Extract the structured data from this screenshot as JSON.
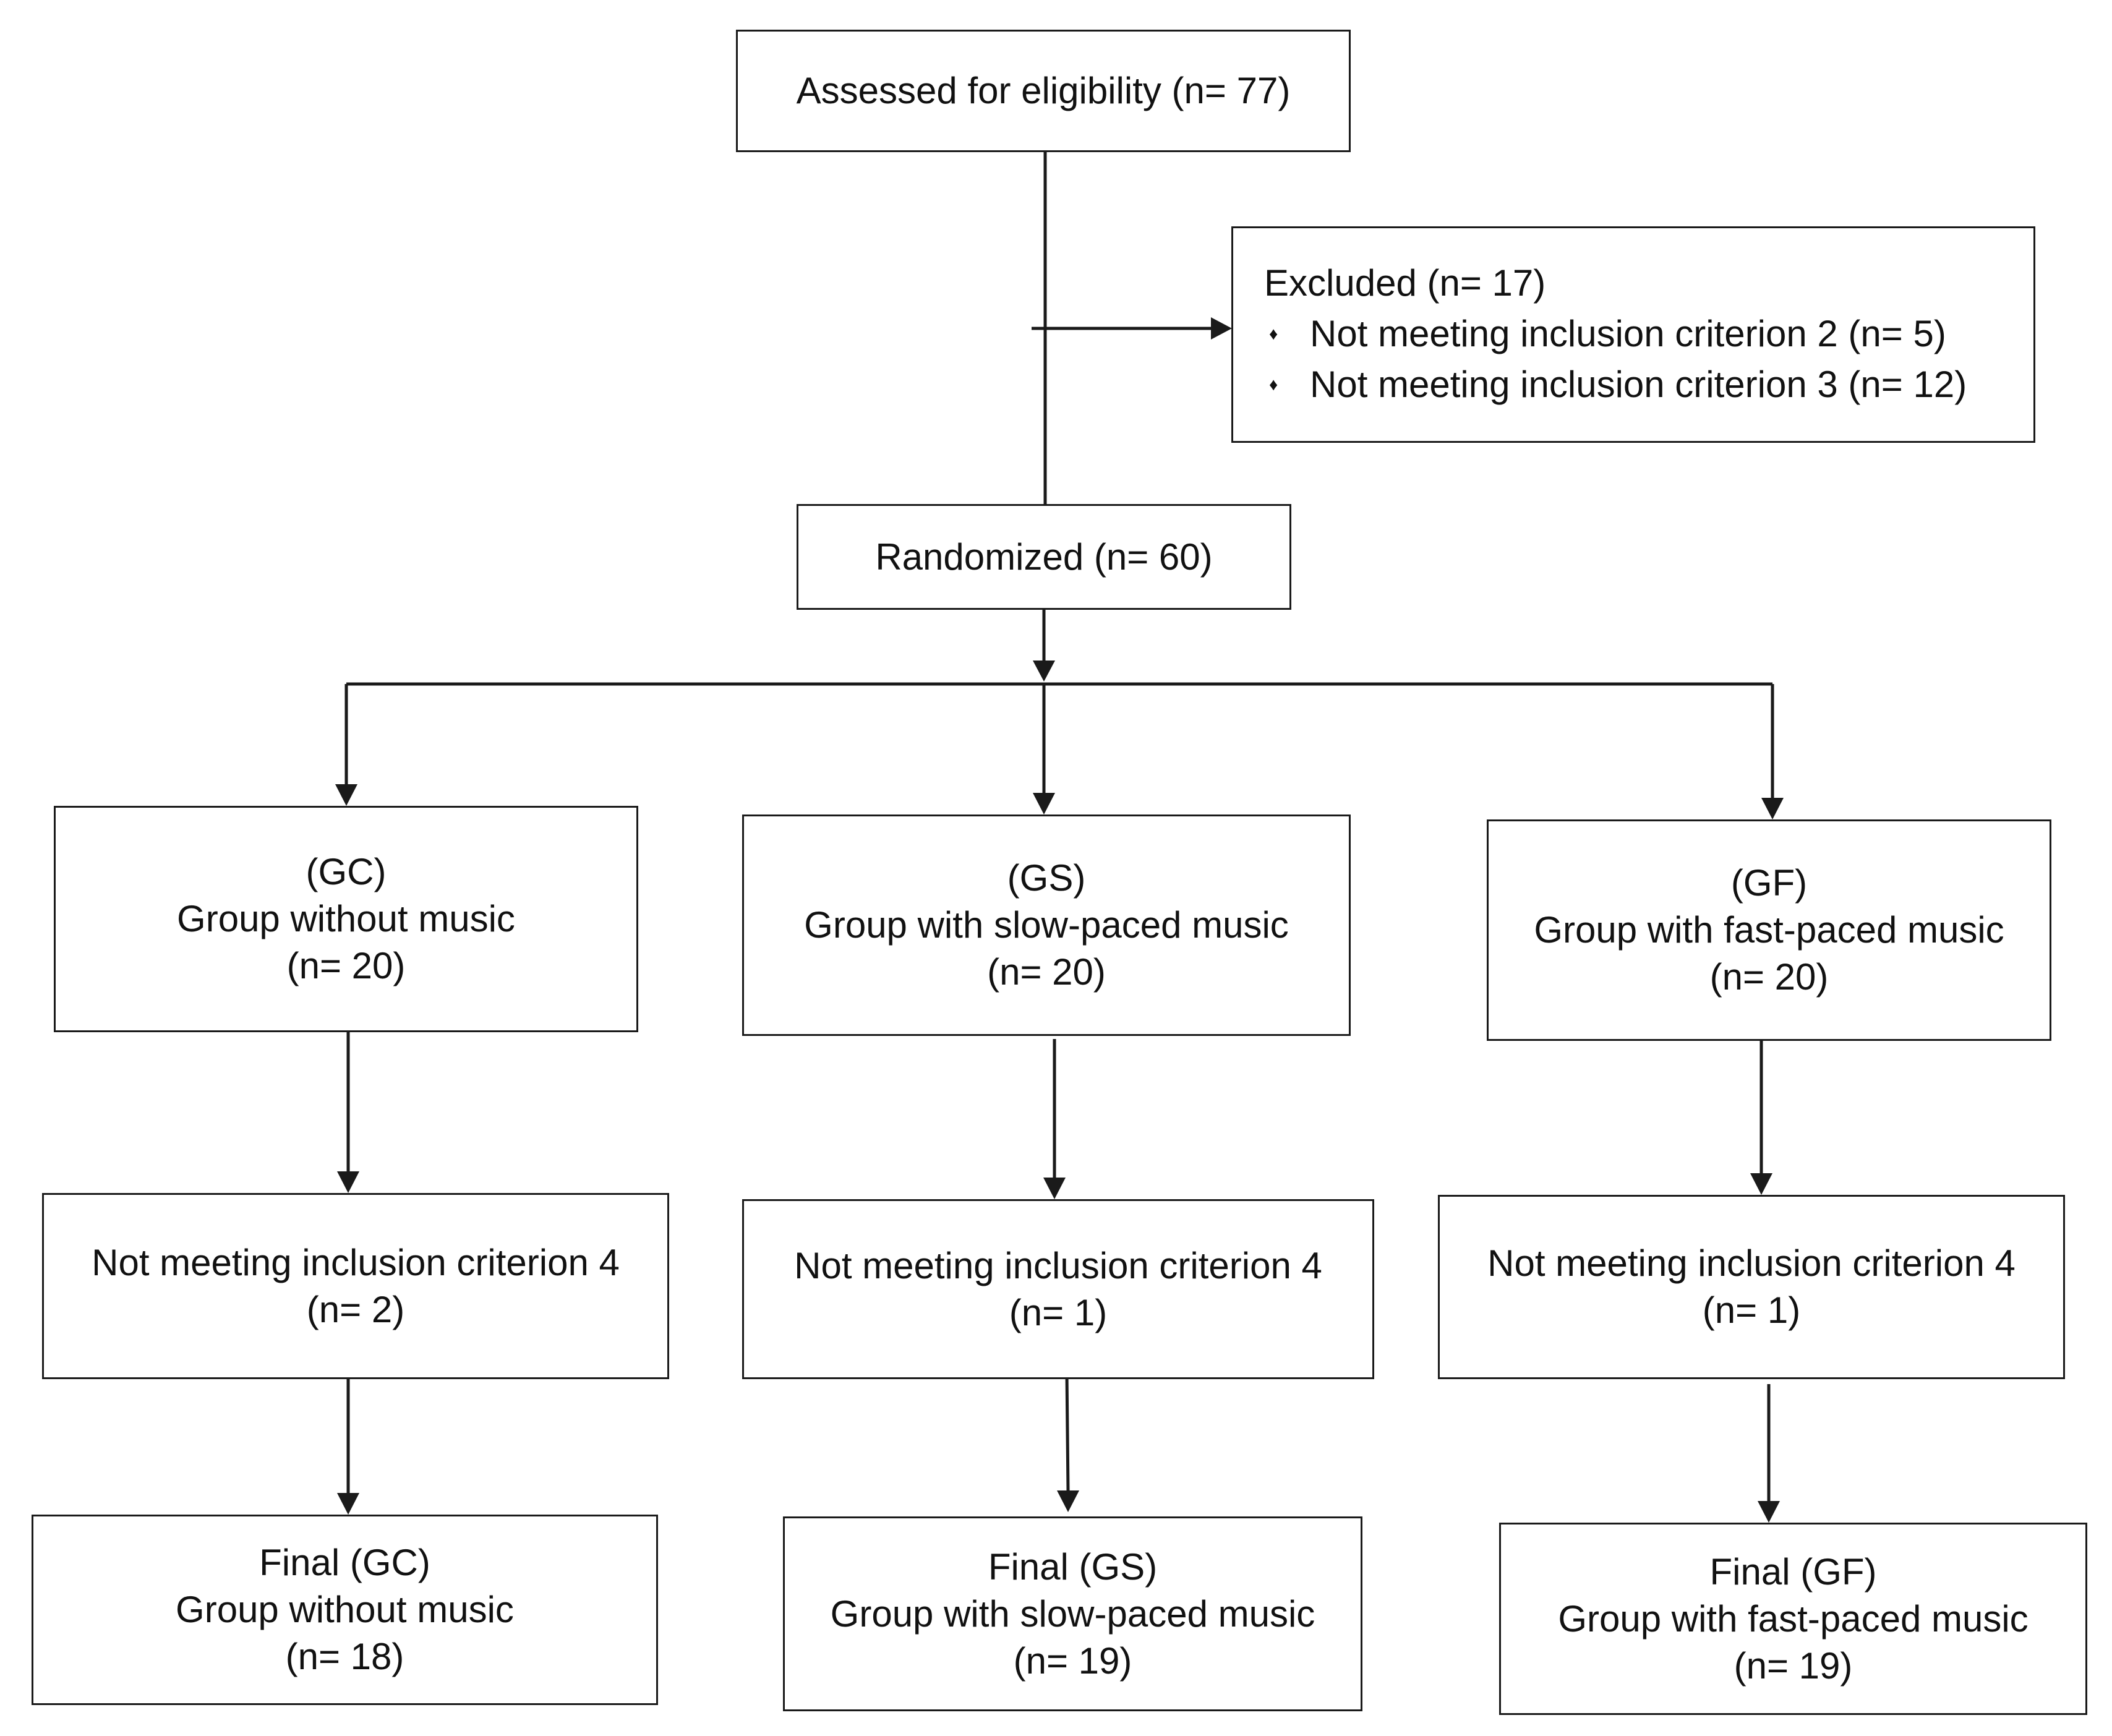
{
  "diagram": {
    "assessed": {
      "lines": [
        "Assessed for eligibility (n= 77)"
      ]
    },
    "excluded": {
      "title": "Excluded (n= 17)",
      "bullet_symbol": "♦",
      "items": [
        "Not meeting inclusion criterion 2 (n= 5)",
        "Not meeting inclusion criterion 3 (n= 12)"
      ]
    },
    "randomized": {
      "lines": [
        "Randomized (n= 60)"
      ]
    },
    "groups": [
      {
        "id": "gc",
        "allocation": [
          "(GC)",
          "Group without music",
          "(n= 20)"
        ],
        "excluded": [
          "Not meeting inclusion criterion 4",
          "(n= 2)"
        ],
        "final": [
          "Final (GC)",
          "Group without music",
          "(n= 18)"
        ]
      },
      {
        "id": "gs",
        "allocation": [
          "(GS)",
          "Group with slow-paced music",
          "(n= 20)"
        ],
        "excluded": [
          "Not meeting inclusion criterion 4",
          "(n= 1)"
        ],
        "final": [
          "Final (GS)",
          "Group with slow-paced music",
          "(n= 19)"
        ]
      },
      {
        "id": "gf",
        "allocation": [
          "(GF)",
          "Group with fast-paced music",
          "(n= 20)"
        ],
        "excluded": [
          "Not meeting inclusion criterion 4",
          "(n= 1)"
        ],
        "final": [
          "Final (GF)",
          "Group with fast-paced music",
          "(n= 19)"
        ]
      }
    ],
    "colors": {
      "line": "#1a1a1a",
      "text": "#111111",
      "background": "#ffffff"
    }
  }
}
